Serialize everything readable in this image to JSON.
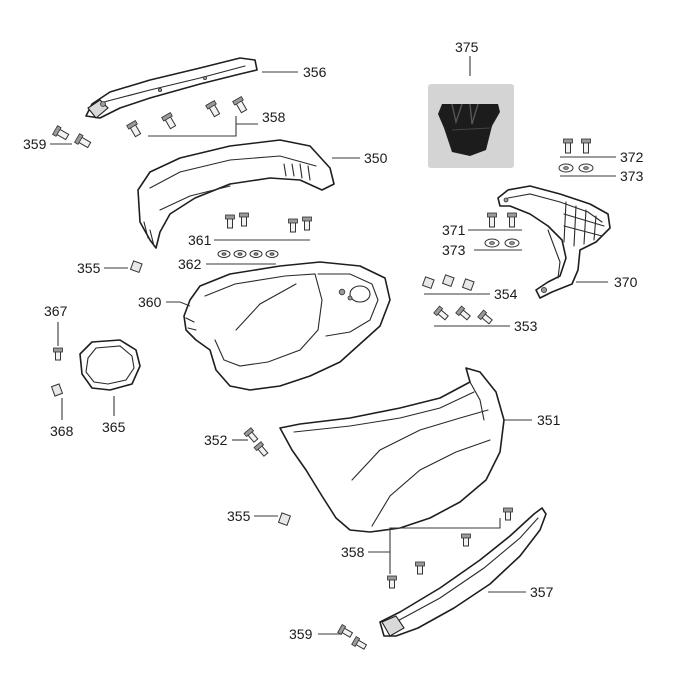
{
  "labels": {
    "p356": "356",
    "p358a": "358",
    "p359a": "359",
    "p350": "350",
    "p375": "375",
    "p372": "372",
    "p373a": "373",
    "p371": "371",
    "p373b": "373",
    "p370": "370",
    "p361": "361",
    "p362": "362",
    "p355a": "355",
    "p360": "360",
    "p354": "354",
    "p353": "353",
    "p367": "367",
    "p368": "368",
    "p365": "365",
    "p352": "352",
    "p351": "351",
    "p355b": "355",
    "p358b": "358",
    "p357": "357",
    "p359b": "359"
  },
  "colors": {
    "line": "#1e1e1e",
    "photo_bg": "#d4d4d4",
    "photo_part": "#1c1c1c"
  }
}
